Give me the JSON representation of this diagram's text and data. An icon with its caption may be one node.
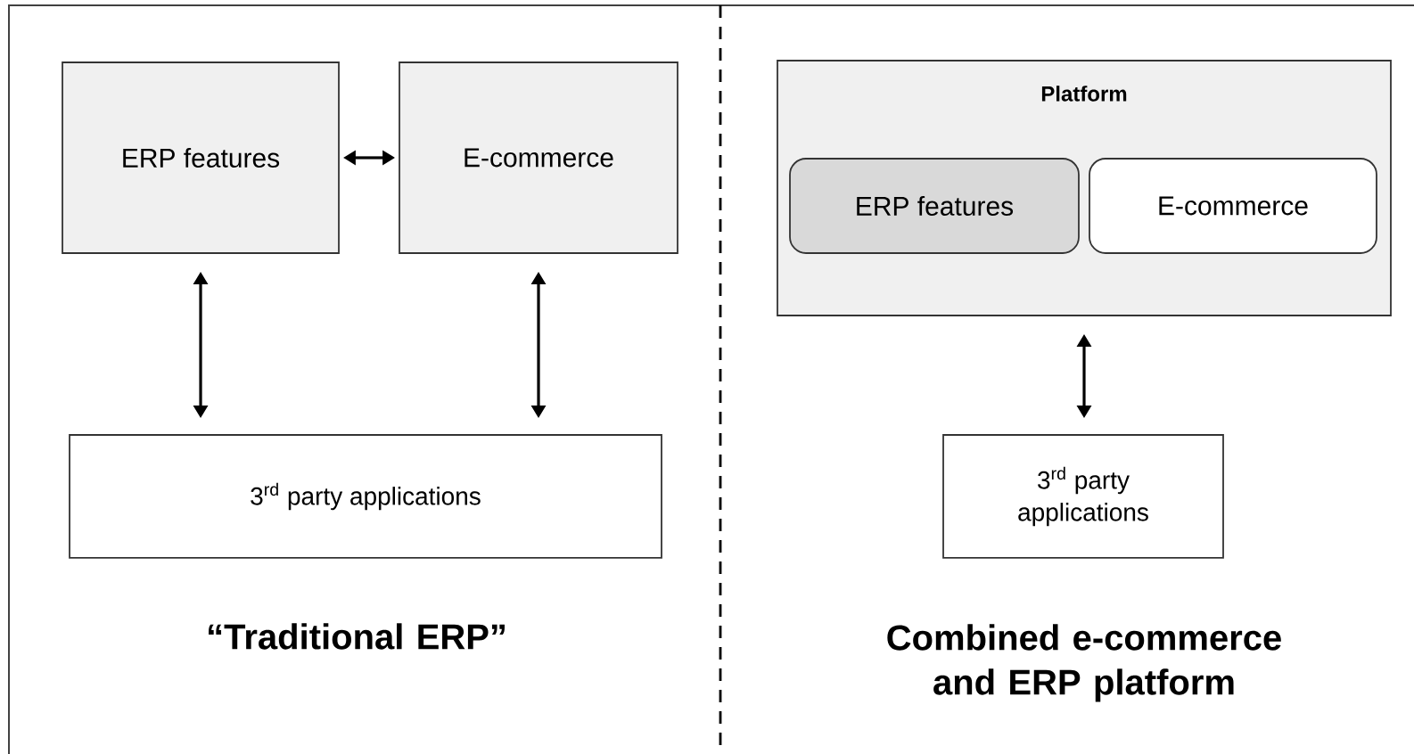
{
  "diagram": {
    "nodes": [
      {
        "text": [
          "ERP features"
        ]
      },
      {
        "text": [
          "E-commerce"
        ]
      },
      {
        "text": [
          "3$^{rd}$ party applications"
        ]
      },
      {
        "text": [
          "Platform"
        ]
      },
      {
        "text": [
          "ERP features"
        ],
        "in": 3
      },
      {
        "text": [
          "E-commerce"
        ],
        "in": 3
      },
      {
        "text": [
          "3$^{rd}$ party applications"
        ]
      }
    ],
    "edges": [
      {
        "from": 0,
        "to": 1,
        "arrow": "both"
      },
      {
        "from": 0,
        "to": 2,
        "arrow": "both"
      },
      {
        "from": 1,
        "to": 2,
        "arrow": "both"
      },
      {
        "from": 3,
        "to": 6,
        "arrow": "both"
      }
    ],
    "labels": [
      "“Traditional ERP”",
      "Combined e-commerce and ERP platform"
    ]
  }
}
